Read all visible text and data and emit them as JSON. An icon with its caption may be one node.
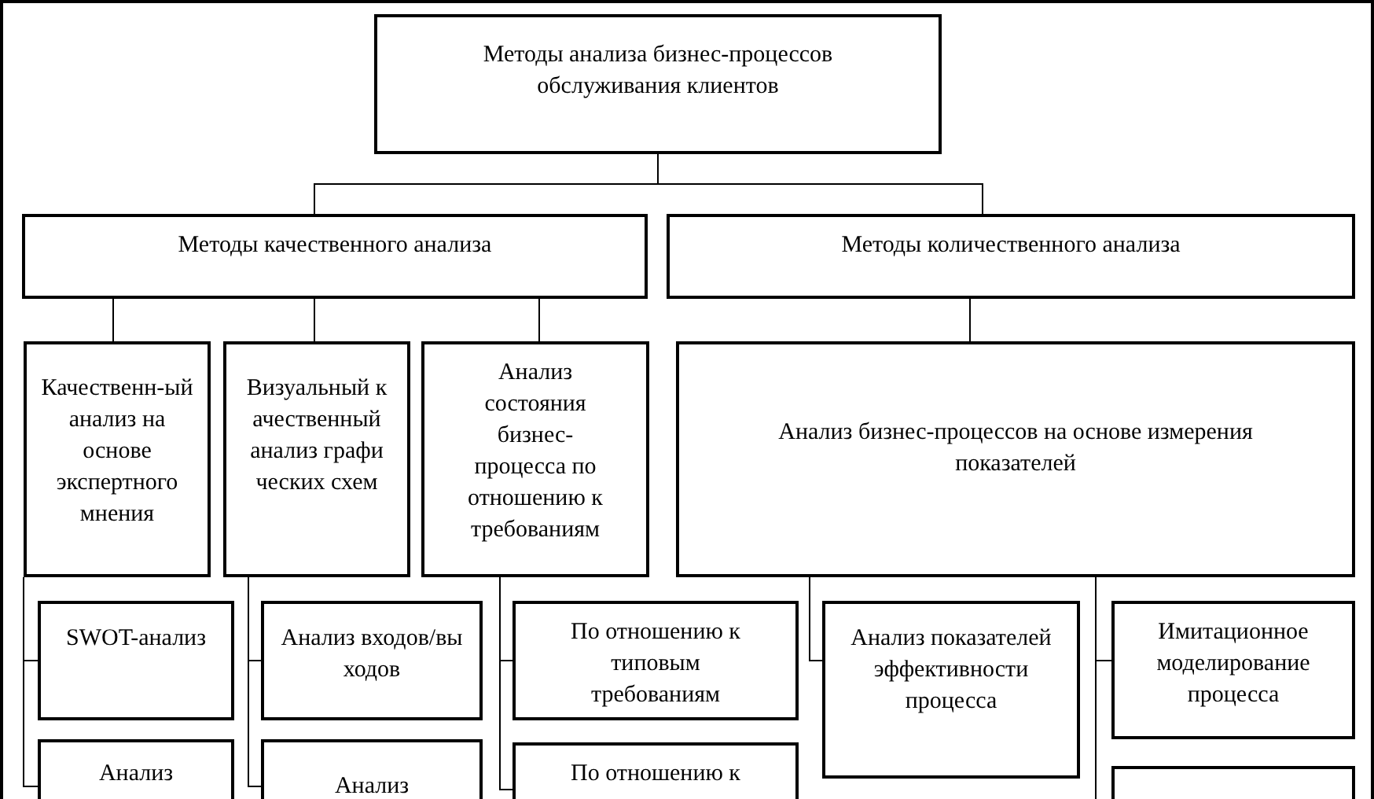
{
  "diagram": {
    "nodes": [
      {
        "text": [
          "Методы анализа бизнес-процессов обслуживания клиентов"
        ]
      },
      {
        "text": [
          "Методы качественного анализа"
        ]
      },
      {
        "text": [
          "Методы количественного анализа"
        ]
      },
      {
        "text": [
          "Качественн-ый анализ на основе экспертного мнения"
        ]
      },
      {
        "text": [
          "Визуальный качественный анализ графических схем"
        ]
      },
      {
        "text": [
          "Анализ состояния бизнес-процесса по отношению к требованиям"
        ]
      },
      {
        "text": [
          "Анализ бизнес-процессов на основе измерения показателей"
        ]
      },
      {
        "text": [
          "SWOT-анализ"
        ]
      },
      {
        "text": [
          "Анализ входов/выходов"
        ]
      },
      {
        "text": [
          "По отношению к типовым требованиям"
        ]
      },
      {
        "text": [
          "Анализ показателей эффективности процесса"
        ]
      },
      {
        "text": [
          "Имитационное моделирование процесса"
        ]
      },
      {
        "text": [
          "Анализ"
        ]
      },
      {
        "text": [
          "Анализ"
        ]
      },
      {
        "text": [
          "По отношению к"
        ]
      },
      {
        "text": [],
        "shape": "box"
      }
    ],
    "edges": [
      {
        "from": 0,
        "to": 1,
        "arrow": "none"
      },
      {
        "from": 0,
        "to": 2,
        "arrow": "none"
      },
      {
        "from": 1,
        "to": 3,
        "arrow": "none"
      },
      {
        "from": 1,
        "to": 4,
        "arrow": "none"
      },
      {
        "from": 1,
        "to": 5,
        "arrow": "none"
      },
      {
        "from": 2,
        "to": 6,
        "arrow": "none"
      },
      {
        "from": 3,
        "to": 7,
        "arrow": "none"
      },
      {
        "from": 3,
        "to": 12,
        "arrow": "none"
      },
      {
        "from": 4,
        "to": 8,
        "arrow": "none"
      },
      {
        "from": 4,
        "to": 13,
        "arrow": "none"
      },
      {
        "from": 5,
        "to": 9,
        "arrow": "none"
      },
      {
        "from": 5,
        "to": 14,
        "arrow": "none"
      },
      {
        "from": 6,
        "to": 10,
        "arrow": "none"
      },
      {
        "from": 6,
        "to": 11,
        "arrow": "none"
      },
      {
        "from": 6,
        "to": 15,
        "arrow": "none"
      }
    ]
  }
}
